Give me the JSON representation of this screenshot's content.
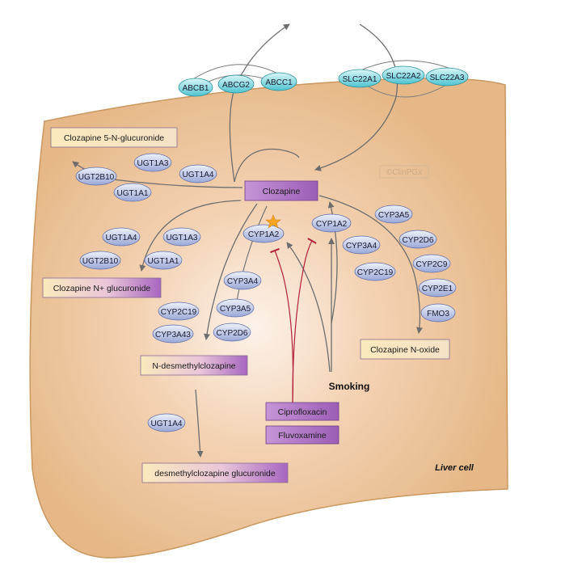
{
  "diagram": {
    "cell_label": "Liver cell",
    "watermark": "©ClinPGx",
    "colors": {
      "cell_fill": "#e8bb8a",
      "cell_stroke": "#c9975f",
      "enzyme_fill": "#b9c3e3",
      "transporter_fill": "#7fd3dc",
      "box_purple": "#b27ac8",
      "box_cream": "#fbe7b8",
      "arrow": "#6d6d6d",
      "inhibit": "#b0203a"
    },
    "center": {
      "label": "Clozapine"
    },
    "transporters": [
      "ABCB1",
      "ABCG2",
      "ABCC1",
      "SLC22A1",
      "SLC22A2",
      "SLC22A3"
    ],
    "products": {
      "n_glucuronide_5": "Clozapine 5-N-glucuronide",
      "n_plus_glucuronide": "Clozapine N+ glucuronide",
      "n_desmethyl": "N-desmethylclozapine",
      "n_oxide": "Clozapine N-oxide",
      "desmethyl_glucuronide": "desmethylclozapine glucuronide"
    },
    "inhibitors": [
      "Ciprofloxacin",
      "Fluvoxamine"
    ],
    "inducer": "Smoking",
    "enzymes": {
      "group_5n": [
        "UGT1A3",
        "UGT2B10",
        "UGT1A4",
        "UGT1A1"
      ],
      "group_nplus": [
        "UGT1A4",
        "UGT1A3",
        "UGT2B10",
        "UGT1A1"
      ],
      "group_desmethyl": [
        "CYP3A4",
        "CYP2C19",
        "CYP3A5",
        "CYP3A43",
        "CYP2D6"
      ],
      "group_oxide": [
        "CYP3A5",
        "CYP2D6",
        "CYP2C9",
        "CYP2E1",
        "FMO3"
      ],
      "group_glucuronide": [
        "UGT1A4"
      ],
      "cyp1a2_left": "CYP1A2",
      "cyp1a2_right": "CYP1A2",
      "cyp3a4_mid": "CYP3A4",
      "cyp2c19_mid": "CYP2C19"
    }
  }
}
